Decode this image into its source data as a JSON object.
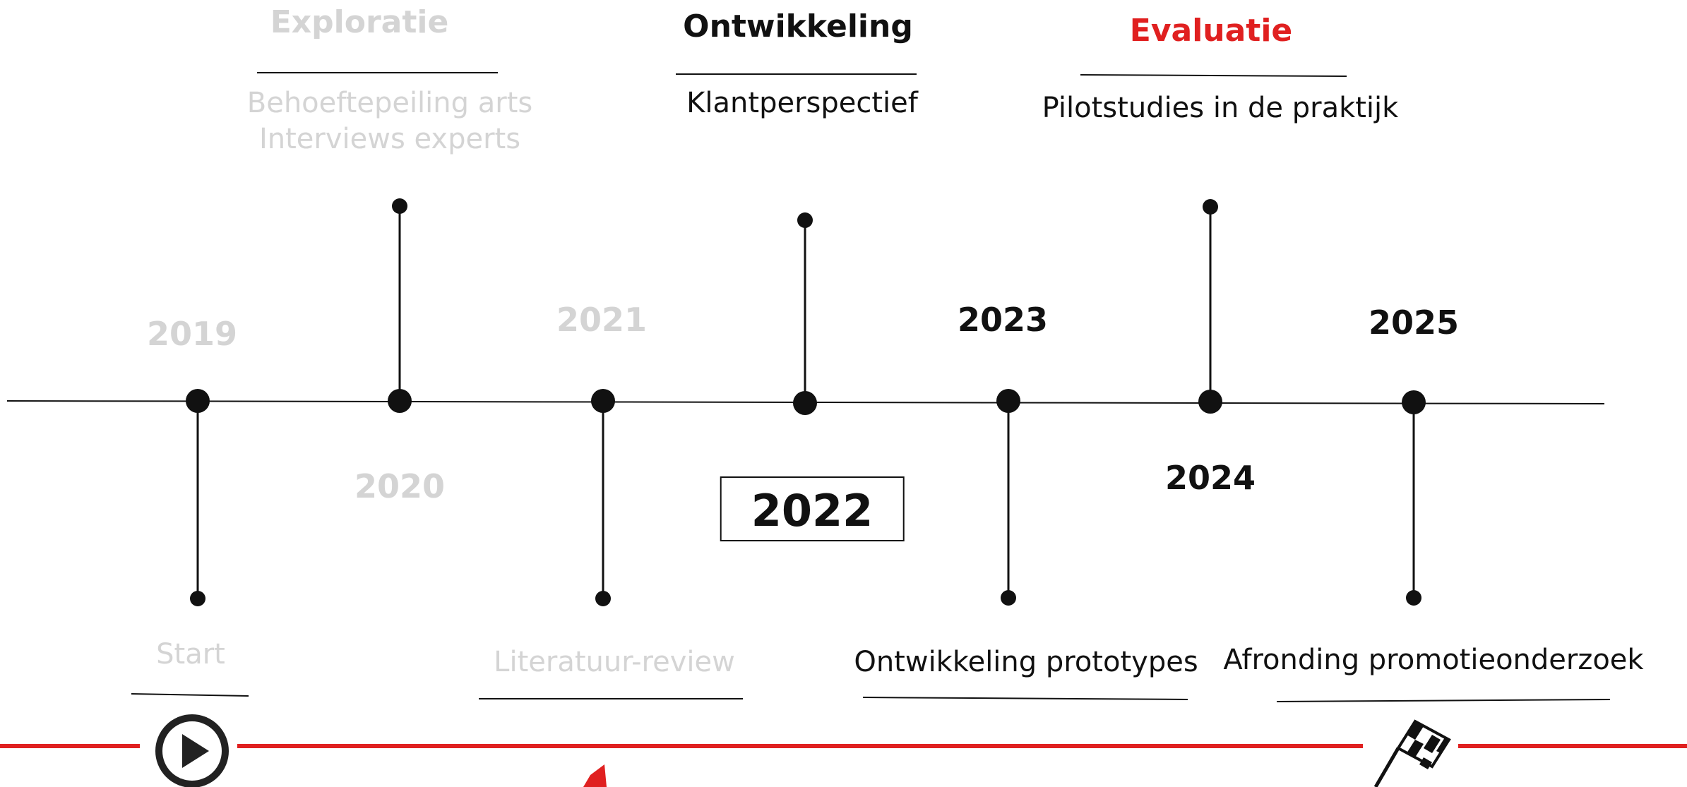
{
  "phases": [
    {
      "title": "Exploratie",
      "activities": [
        "Behoeftepeiling arts",
        "Interviews experts"
      ],
      "state": "past"
    },
    {
      "title": "Ontwikkeling",
      "activities": [
        "Klantperspectief"
      ],
      "state": "current"
    },
    {
      "title": "Evaluatie",
      "activities": [
        "Pilotstudies in de praktijk"
      ],
      "state": "accent"
    }
  ],
  "years": [
    "2019",
    "2020",
    "2021",
    "2022",
    "2023",
    "2024",
    "2025"
  ],
  "current_year": "2022",
  "milestones": [
    "Start",
    "Literatuur-review",
    "Ontwikkeling prototypes",
    "Afronding promotieonderzoek"
  ],
  "icons": {
    "start": "play-icon",
    "finish": "checkered-flag-icon",
    "progress": "red-arrow-icon"
  },
  "colors": {
    "accent": "#e02020",
    "line": "#111111",
    "muted": "#d4d4d4",
    "text": "#111111"
  }
}
